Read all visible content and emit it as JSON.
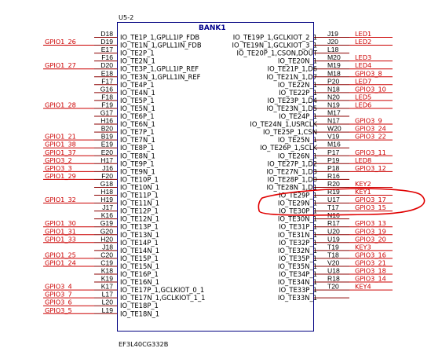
{
  "component": {
    "ref": "U5-2",
    "bank": "BANK1",
    "part": "EF3L40CG332B"
  },
  "colors": {
    "box": "#000080",
    "pin_line": "#8b0000",
    "net_line": "#cc0000",
    "net_text": "#cc0000",
    "highlight": "#e00000"
  },
  "left_pins": [
    {
      "pin": "D18",
      "name": "IO_TE1P_1,GPLL1IP_FDB",
      "net": ""
    },
    {
      "pin": "D19",
      "name": "IO_TE1N_1,GPLL1IN_FDB",
      "net": "GPIO1_26"
    },
    {
      "pin": "E17",
      "name": "IO_TE2P_1",
      "net": ""
    },
    {
      "pin": "F16",
      "name": "IO_TE2N_1",
      "net": ""
    },
    {
      "pin": "D20",
      "name": "IO_TE3P_1,GPLL1IP_REF",
      "net": "GPIO1_27"
    },
    {
      "pin": "E18",
      "name": "IO_TE3N_1,GPLL1IN_REF",
      "net": ""
    },
    {
      "pin": "F17",
      "name": "IO_TE4P_1",
      "net": ""
    },
    {
      "pin": "G16",
      "name": "IO_TE4N_1",
      "net": ""
    },
    {
      "pin": "F18",
      "name": "IO_TE5P_1",
      "net": ""
    },
    {
      "pin": "F19",
      "name": "IO_TE5N_1",
      "net": "GPIO1_28"
    },
    {
      "pin": "G17",
      "name": "IO_TE6P_1",
      "net": ""
    },
    {
      "pin": "H16",
      "name": "IO_TE6N_1",
      "net": ""
    },
    {
      "pin": "B20",
      "name": "IO_TE7P_1",
      "net": ""
    },
    {
      "pin": "B19",
      "name": "IO_TE7N_1",
      "net": "GPIO1_21"
    },
    {
      "pin": "E19",
      "name": "IO_TE8P_1",
      "net": "GPIO1_38"
    },
    {
      "pin": "E20",
      "name": "IO_TE8N_1",
      "net": "GPIO1_37"
    },
    {
      "pin": "H17",
      "name": "IO_TE9P_1",
      "net": "GPIO3_2"
    },
    {
      "pin": "J16",
      "name": "IO_TE9N_1",
      "net": "GPIO3_3"
    },
    {
      "pin": "F20",
      "name": "IO_TE10P_1",
      "net": "GPIO1_29"
    },
    {
      "pin": "G18",
      "name": "IO_TE10N_1",
      "net": ""
    },
    {
      "pin": "H18",
      "name": "IO_TE11P_1",
      "net": ""
    },
    {
      "pin": "H19",
      "name": "IO_TE11N_1",
      "net": "GPIO1_32"
    },
    {
      "pin": "J17",
      "name": "IO_TE12P_1",
      "net": ""
    },
    {
      "pin": "K16",
      "name": "IO_TE12N_1",
      "net": ""
    },
    {
      "pin": "G19",
      "name": "IO_TE13P_1",
      "net": "GPIO1_30"
    },
    {
      "pin": "G20",
      "name": "IO_TE13N_1",
      "net": "GPIO1_31"
    },
    {
      "pin": "H20",
      "name": "IO_TE14P_1",
      "net": "GPIO1_33"
    },
    {
      "pin": "J18",
      "name": "IO_TE14N_1",
      "net": ""
    },
    {
      "pin": "C20",
      "name": "IO_TE15P_1",
      "net": "GPIO1_25"
    },
    {
      "pin": "C19",
      "name": "IO_TE15N_1",
      "net": "GPIO1_24"
    },
    {
      "pin": "K18",
      "name": "IO_TE16P_1",
      "net": ""
    },
    {
      "pin": "K19",
      "name": "IO_TE16N_1",
      "net": ""
    },
    {
      "pin": "K17",
      "name": "IO_TE17P_1,GCLKIOT_0_1",
      "net": "GPIO3_4"
    },
    {
      "pin": "L17",
      "name": "IO_TE17N_1,GCLKIOT_1_1",
      "net": "GPIO3_7"
    },
    {
      "pin": "L20",
      "name": "IO_TE18P_1",
      "net": "GPIO3_6"
    },
    {
      "pin": "L19",
      "name": "IO_TE18N_1",
      "net": "GPIO3_5"
    }
  ],
  "right_pins": [
    {
      "pin": "J19",
      "name": "IO_TE19P_1,GCLKIOT_2_1",
      "net": "LED1"
    },
    {
      "pin": "J20",
      "name": "IO_TE19N_1,GCLKIOT_3_1",
      "net": "LED2"
    },
    {
      "pin": "L18",
      "name": "IO_TE20P_1,CSON,DOUT",
      "net": ""
    },
    {
      "pin": "M20",
      "name": "IO_TE20N_1",
      "net": "LED3"
    },
    {
      "pin": "M19",
      "name": "IO_TE21P_1,D6",
      "net": "LED4"
    },
    {
      "pin": "M18",
      "name": "IO_TE21N_1,D7",
      "net": "GPIO3_8"
    },
    {
      "pin": "P20",
      "name": "IO_TE22N_1",
      "net": "LED7"
    },
    {
      "pin": "N18",
      "name": "IO_TE22P_1",
      "net": "GPIO3_10"
    },
    {
      "pin": "N20",
      "name": "IO_TE23P_1,D4",
      "net": "LED5"
    },
    {
      "pin": "N19",
      "name": "IO_TE23N_1,D5",
      "net": "LED6"
    },
    {
      "pin": "M17",
      "name": "IO_TE24P_1",
      "net": ""
    },
    {
      "pin": "N17",
      "name": "IO_TE24N_1,USRCLK",
      "net": "GPIO3_9"
    },
    {
      "pin": "W20",
      "name": "IO_TE25P_1,CSN",
      "net": "GPIO3_24"
    },
    {
      "pin": "V19",
      "name": "IO_TE25N_1",
      "net": "GPIO3_22"
    },
    {
      "pin": "M16",
      "name": "IO_TE26P_1,SCLK",
      "net": ""
    },
    {
      "pin": "P17",
      "name": "IO_TE26N_1",
      "net": "GPIO3_11"
    },
    {
      "pin": "P19",
      "name": "IO_TE27P_1,D2",
      "net": "LED8"
    },
    {
      "pin": "P18",
      "name": "IO_TE27N_1,D3",
      "net": "GPIO3_12"
    },
    {
      "pin": "R16",
      "name": "IO_TE28P_1,D0",
      "net": ""
    },
    {
      "pin": "R20",
      "name": "IO_TE28N_1,D1",
      "net": "KEY2"
    },
    {
      "pin": "R19",
      "name": "IO_TE29P_1",
      "net": "KEY1"
    },
    {
      "pin": "U17",
      "name": "IO_TE29N_1",
      "net": "GPIO3_17"
    },
    {
      "pin": "T17",
      "name": "IO_TE30P_1",
      "net": "GPIO3_15"
    },
    {
      "pin": "N16",
      "name": "IO_TE30N_1",
      "net": ""
    },
    {
      "pin": "R17",
      "name": "IO_TE31P_1",
      "net": "GPIO3_13"
    },
    {
      "pin": "U20",
      "name": "IO_TE31N_1",
      "net": "GPIO3_19"
    },
    {
      "pin": "U19",
      "name": "IO_TE32P_1",
      "net": "GPIO3_20"
    },
    {
      "pin": "T19",
      "name": "IO_TE32N_1",
      "net": "KEY3"
    },
    {
      "pin": "T18",
      "name": "IO_TE35P_1",
      "net": "GPIO3_16"
    },
    {
      "pin": "V20",
      "name": "IO_TE35N_1",
      "net": "GPIO3_21"
    },
    {
      "pin": "U18",
      "name": "IO_TE34P_1",
      "net": "GPIO3_18"
    },
    {
      "pin": "R18",
      "name": "IO_TE34N_1",
      "net": "GPIO3_14"
    },
    {
      "pin": "T20",
      "name": "IO_TE33P_1",
      "net": "KEY4"
    },
    {
      "pin": "",
      "name": "IO_TE33N_1",
      "net": ""
    }
  ]
}
